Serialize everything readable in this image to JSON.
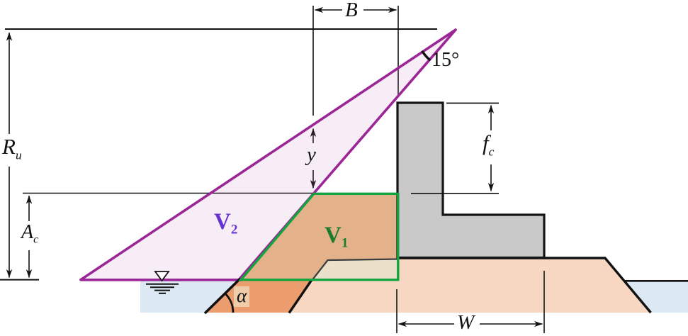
{
  "diagram": {
    "description": "Breakwater crown-wall wave run-up wedge diagram",
    "dimensions": {
      "runup_height": {
        "main": "R",
        "sub": "u"
      },
      "armour_freeboard": {
        "main": "A",
        "sub": "c"
      },
      "wall_freeboard": {
        "main": "f",
        "sub": "c"
      },
      "berm_width": {
        "main": "B"
      },
      "wall_width": {
        "main": "W"
      },
      "wedge_depth": {
        "main": "y"
      }
    },
    "angles": {
      "apex_angle": "15°",
      "slope_angle": "α"
    },
    "volumes": {
      "v1": {
        "main": "V",
        "sub": "1"
      },
      "v2": {
        "main": "V",
        "sub": "2"
      }
    },
    "colors": {
      "runup_wedge_line": "#9b2696",
      "runup_wedge_fill": "#f7eef7",
      "v1_outline": "#12a43e",
      "v1_fill_tan": "#e3b18a",
      "core_beige": "#ebe0ca",
      "armour_orange": "#ec9d6e",
      "mound_pink": "#f8d7c2",
      "water_blue": "#dce8f4",
      "wall_gray": "#c9c9c9",
      "v2_text": "#6733d1",
      "v1_text": "#1e7c2d",
      "line_black": "#111111",
      "core_line_gray": "#3e3e3e"
    }
  }
}
